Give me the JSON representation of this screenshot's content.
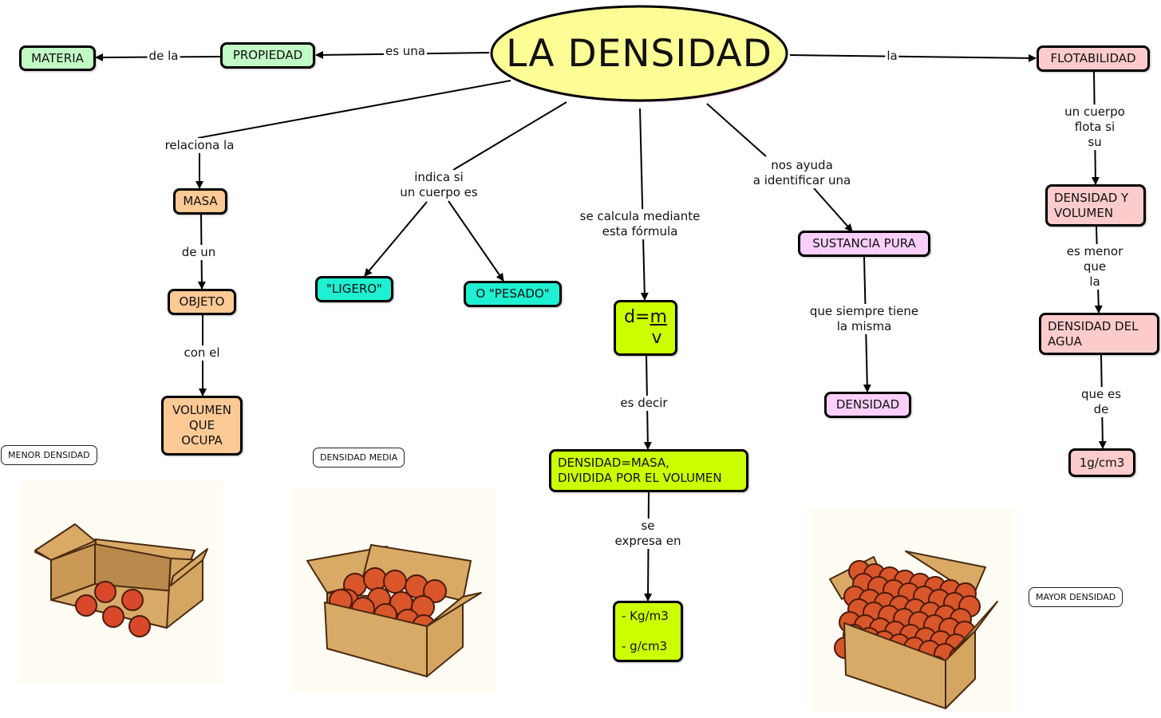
{
  "title": "LA DENSIDAD",
  "colors": {
    "center": "#fdfd96",
    "green": "#c2fac5",
    "peach": "#fdc995",
    "cyan": "#1ff0d2",
    "lime": "#ccff00",
    "pink": "#fad0fa",
    "rose": "#fccbcb"
  },
  "nodes": {
    "materia": "MATERIA",
    "propiedad": "PROPIEDAD",
    "flotabilidad": "FLOTABILIDAD",
    "masa": "MASA",
    "objeto": "OBJETO",
    "volumen_que_ocupa": "VOLUMEN\nQUE\nOCUPA",
    "ligero": "\"LIGERO\"",
    "pesado": "O \"PESADO\"",
    "formula_lhs": "d=",
    "formula_num": "m",
    "formula_den": "v",
    "densidad_masa_volumen": "DENSIDAD=MASA,\nDIVIDIDA POR EL VOLUMEN",
    "unidades": "- Kg/m3\n\n- g/cm3",
    "sustancia_pura": "SUSTANCIA PURA",
    "densidad": "DENSIDAD",
    "densidad_y_volumen": "DENSIDAD Y\nVOLUMEN",
    "densidad_del_agua": "DENSIDAD DEL\nAGUA",
    "agua_valor": "1g/cm3"
  },
  "links": {
    "de_la": "de la",
    "es_una": "es una",
    "la": "la",
    "relaciona_la": "relaciona la",
    "de_un": "de un",
    "con_el": "con el",
    "indica_si": "indica si\nun cuerpo es",
    "se_calcula": "se calcula mediante\nesta fórmula",
    "es_decir": "es decir",
    "se_expresa_en": "se\nexpresa en",
    "nos_ayuda": "nos ayuda\na identificar una",
    "que_siempre": "que siempre tiene\nla misma",
    "un_cuerpo_flota": "un cuerpo flota si\nsu",
    "es_menor_que": "es menor que\nla",
    "que_es_de": "que es de"
  },
  "tags": {
    "menor": "MENOR DENSIDAD",
    "media": "DENSIDAD MEDIA",
    "mayor": "MAYOR DENSIDAD"
  },
  "images": {
    "menor": "box-with-few-balls",
    "media": "box-half-full-of-balls",
    "mayor": "box-full-of-balls"
  }
}
